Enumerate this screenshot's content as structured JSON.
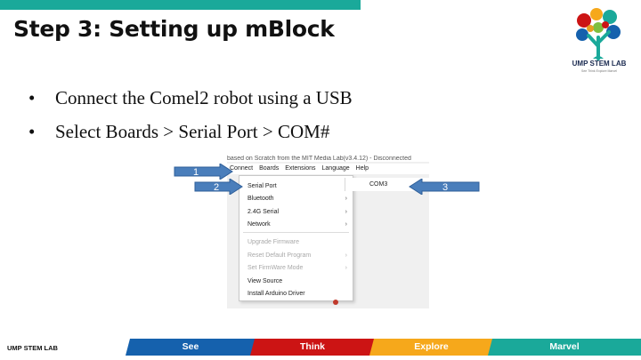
{
  "slide": {
    "title": "Step 3: Setting up mBlock",
    "bullets": [
      "Connect the Comel2 robot using a USB",
      "Select Boards > Serial Port > COM#"
    ]
  },
  "logo": {
    "text": "UMP STEM LAB",
    "tagline": "See  Think  Explore  Marvel"
  },
  "screenshot": {
    "window_title": "based on Scratch from the MIT Media Lab(v3.4.12) - Disconnected",
    "menubar": [
      "Connect",
      "Boards",
      "Extensions",
      "Language",
      "Help"
    ],
    "connect_menu": {
      "items": [
        {
          "label": "Serial Port",
          "submenu": true,
          "disabled": false
        },
        {
          "label": "Bluetooth",
          "submenu": true,
          "disabled": false
        },
        {
          "label": "2.4G Serial",
          "submenu": true,
          "disabled": false
        },
        {
          "label": "Network",
          "submenu": true,
          "disabled": false
        },
        {
          "label": "Upgrade Firmware",
          "submenu": false,
          "disabled": true
        },
        {
          "label": "Reset Default Program",
          "submenu": true,
          "disabled": true
        },
        {
          "label": "Set FirmWare Mode",
          "submenu": true,
          "disabled": true
        },
        {
          "label": "View Source",
          "submenu": false,
          "disabled": false
        },
        {
          "label": "Install Arduino Driver",
          "submenu": false,
          "disabled": false
        }
      ],
      "chevron": "›"
    },
    "serial_submenu": {
      "item": "COM3"
    }
  },
  "annotations": {
    "arrow1": "1",
    "arrow2": "2",
    "arrow3": "3",
    "color": "#4a7ebb"
  },
  "footer": {
    "label": "UMP STEM LAB",
    "segments": [
      "See",
      "Think",
      "Explore",
      "Marvel"
    ],
    "colors": {
      "see": "#1561ad",
      "think": "#cc1414",
      "explore": "#f6a81b",
      "marvel": "#1aa99a"
    }
  }
}
